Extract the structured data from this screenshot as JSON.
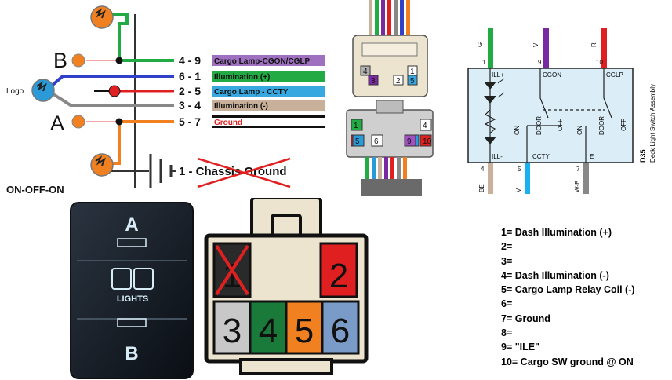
{
  "wiring_diagram": {
    "connections": [
      {
        "pins": "4 - 9",
        "label": "Cargo Lamp-CGON/CGLP",
        "label_bg": "#a070c0",
        "wire": "#22aa44"
      },
      {
        "pins": "6 - 1",
        "label": "Illumination (+)",
        "label_bg": "#22aa44",
        "wire": "#3040c8"
      },
      {
        "pins": "2 - 5",
        "label": "Cargo Lamp - CCTY",
        "label_bg": "#38a8e0",
        "wire": "#e02020"
      },
      {
        "pins": "3 - 4",
        "label": "Illumination (-)",
        "label_bg": "#c9b09a",
        "wire": "#888888"
      },
      {
        "pins": "5 - 7",
        "label": "Ground",
        "label_bg": "#ffffff",
        "wire": "#f08020"
      }
    ],
    "ground_label": "1 - Chassis Ground",
    "side_b": "B",
    "side_a": "A",
    "logo_label": "Logo",
    "switch_type": "ON-OFF-ON"
  },
  "connector_top": {
    "upper_pins": [
      "4",
      "3",
      "2",
      "1",
      "5"
    ],
    "lower_pins": [
      "1",
      "2",
      "3",
      "4",
      "5",
      "6",
      "9",
      "10"
    ]
  },
  "schematic": {
    "top_wires": [
      {
        "color": "G",
        "pin": "1",
        "hex": "#22aa44"
      },
      {
        "color": "V",
        "pin": "9",
        "hex": "#7a2aa0"
      },
      {
        "color": "R",
        "pin": "10",
        "hex": "#e02020"
      }
    ],
    "bottom_wires": [
      {
        "color": "BE",
        "pin": "4",
        "hex": "#c9b09a"
      },
      {
        "color": "V",
        "pin": "5",
        "hex": "#18b0ee"
      },
      {
        "color": "W-B",
        "pin": "7",
        "hex": "#888888"
      }
    ],
    "labels": {
      "ill_plus": "ILL+",
      "ill_minus": "ILL-",
      "cgon": "CGON",
      "cglp": "CGLP",
      "ccty": "CCTY",
      "e": "E",
      "on": "ON",
      "door": "DOOR",
      "off": "OFF",
      "part_code": "D35",
      "assembly": "Deck Light Switch Assembly"
    }
  },
  "switch_face": {
    "top_label": "A",
    "middle_label": "LIGHTS",
    "bottom_label": "B"
  },
  "big_connector": {
    "top_pins": [
      {
        "label": "1",
        "color": "#2a2a2a",
        "crossed": true
      },
      {
        "label": "2",
        "color": "#e02020",
        "crossed": false
      }
    ],
    "bottom_pins": [
      {
        "label": "3",
        "color": "#c8c8c8"
      },
      {
        "label": "4",
        "color": "#1a7a3a"
      },
      {
        "label": "5",
        "color": "#f08020"
      },
      {
        "label": "6",
        "color": "#7a9ac8"
      }
    ]
  },
  "pin_legend": [
    "1= Dash Illumination (+)",
    "2=",
    "3=",
    "4= Dash Illumination (-)",
    "5= Cargo Lamp Relay Coil (-)",
    "6=",
    "7= Ground",
    "8=",
    "9= \"ILE\"",
    "10= Cargo SW ground @ ON"
  ]
}
